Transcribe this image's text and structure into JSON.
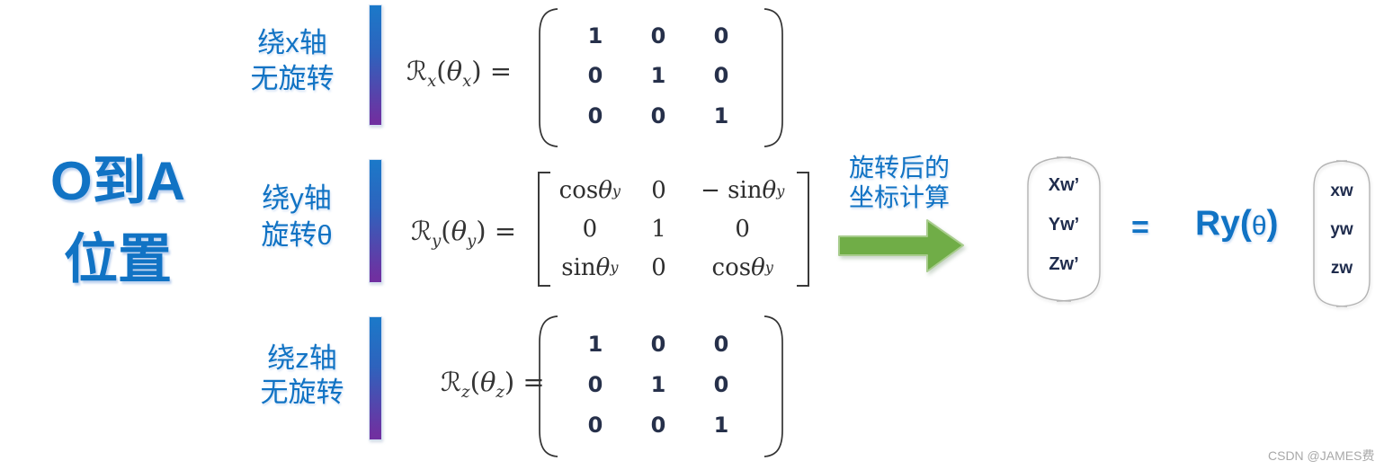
{
  "title": {
    "line1": "O到A",
    "line2": "位置"
  },
  "rows": [
    {
      "label_line1": "绕x轴",
      "label_line2": "无旋转",
      "equation": "ℛ_x(θ_x) =",
      "matrix": {
        "bracket": "round",
        "cells": [
          [
            "1",
            "0",
            "0"
          ],
          [
            "0",
            "1",
            "0"
          ],
          [
            "0",
            "0",
            "1"
          ]
        ]
      }
    },
    {
      "label_line1": "绕y轴",
      "label_line2": "旋转θ",
      "equation": "ℛ_y(θ_y) =",
      "matrix": {
        "bracket": "square",
        "cells": [
          [
            "cos θ_y",
            "0",
            "− sin θ_y"
          ],
          [
            "0",
            "1",
            "0"
          ],
          [
            "sin θ_y",
            "0",
            "cos θ_y"
          ]
        ]
      }
    },
    {
      "label_line1": "绕z轴",
      "label_line2": "无旋转",
      "equation": "ℛ_z(θ_z) =",
      "matrix": {
        "bracket": "round",
        "cells": [
          [
            "1",
            "0",
            "0"
          ],
          [
            "0",
            "1",
            "0"
          ],
          [
            "0",
            "0",
            "1"
          ]
        ]
      }
    }
  ],
  "result": {
    "arrow_label_line1": "旋转后的",
    "arrow_label_line2": "坐标计算",
    "output_vector": [
      "Xw’",
      "Yw’",
      "Zw’"
    ],
    "equals": "=",
    "operator": {
      "prefix": "Ry(",
      "theta": "θ",
      "suffix": ")"
    },
    "input_vector": [
      "xw",
      "yw",
      "zw"
    ]
  },
  "watermark": "CSDN @JAMES费",
  "colors": {
    "accent_blue": "#1173c4",
    "bar_gradient_top": "#1b79c9",
    "bar_gradient_bottom": "#7030a0",
    "arrow_green": "#70ad47",
    "matrix_digit_text": "#26304a",
    "latex_text": "#343434",
    "vector_text": "#1f2c4d",
    "watermark_gray": "#a8a8a8"
  }
}
